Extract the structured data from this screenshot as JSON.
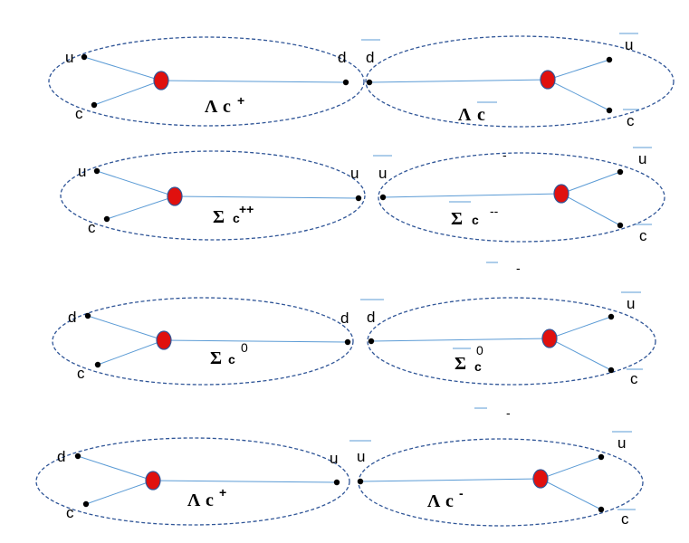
{
  "rows": [
    {
      "left": {
        "quarks": [
          "u",
          "c"
        ],
        "link": "d",
        "name": {
          "symbol": "Λ",
          "sub": "c",
          "sup": "+"
        }
      },
      "right": {
        "quarks": [
          "u",
          "c"
        ],
        "link": "d",
        "name": {
          "symbol": "Λ",
          "sub": "c",
          "sup": ""
        }
      }
    },
    {
      "left": {
        "quarks": [
          "u",
          "c"
        ],
        "link": "u",
        "name": {
          "symbol": "Σ",
          "sub": "c",
          "sup": "++"
        }
      },
      "right": {
        "quarks": [
          "u",
          "c"
        ],
        "link": "u",
        "name": {
          "symbol": "Σ",
          "sub": "c",
          "sup": "--"
        },
        "stray_marks": [
          "-",
          "-"
        ]
      }
    },
    {
      "left": {
        "quarks": [
          "d",
          "c"
        ],
        "link": "d",
        "name": {
          "symbol": "Σ",
          "sub": "c",
          "sup": "0"
        }
      },
      "right": {
        "quarks": [
          "u",
          "c"
        ],
        "link": "d",
        "name": {
          "symbol": "Σ",
          "sub": "c",
          "sup": "0"
        },
        "stray_marks": [
          "-"
        ]
      }
    },
    {
      "left": {
        "quarks": [
          "d",
          "c"
        ],
        "link": "u",
        "name": {
          "symbol": "Λ",
          "sub": "c",
          "sup": "+"
        }
      },
      "right": {
        "quarks": [
          "u",
          "c"
        ],
        "link": "u",
        "name": {
          "symbol": "Λ",
          "sub": "c",
          "sup": "-"
        }
      }
    }
  ],
  "colors": {
    "ellipse": "#2f5597",
    "line": "#5b9bd5",
    "center": "#e0100e",
    "dot": "#000000"
  }
}
